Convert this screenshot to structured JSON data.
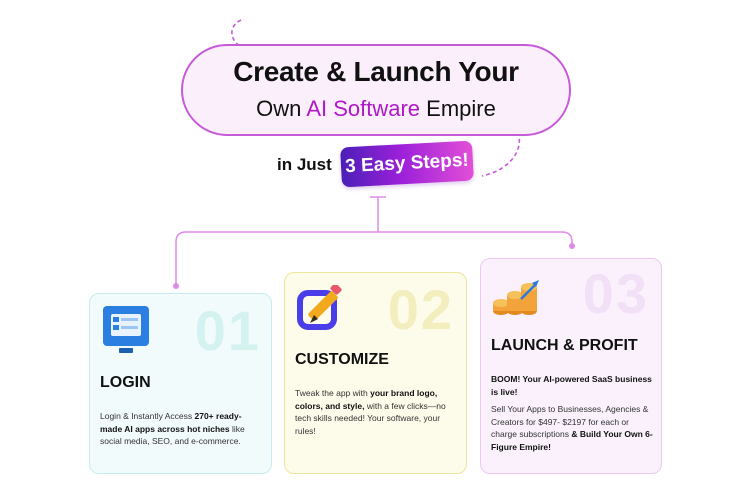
{
  "header": {
    "line1": "Create & Launch Your",
    "line2_pre": "Own ",
    "line2_accent": "AI Software",
    "line2_post": " Empire",
    "subline": "in Just",
    "badge": "3 Easy Steps!"
  },
  "colors": {
    "accent": "#b019c8",
    "pill_border": "#c65bd8",
    "pill_bg": "#fbeffb",
    "card1_bg": "#f2fbfc",
    "card2_bg": "#fdfbea",
    "card3_bg": "#fbf1fd",
    "connector": "#e08ae8"
  },
  "steps": [
    {
      "number": "01",
      "title": "LOGIN",
      "icon": "login-screen-icon",
      "desc_a": "Login & Instantly Access ",
      "desc_b": "270+ ready-made AI apps across hot niches",
      "desc_c": " like social media, SEO, and e-commerce."
    },
    {
      "number": "02",
      "title": "CUSTOMIZE",
      "icon": "edit-pencil-icon",
      "desc_a": "Tweak the app with ",
      "desc_b": "your brand logo, colors, and style,",
      "desc_c": " with a few clicks—no tech skills needed! Your software, your rules!"
    },
    {
      "number": "03",
      "title": "LAUNCH & PROFIT",
      "icon": "coins-growth-icon",
      "desc_a": "BOOM! Your AI-powered SaaS business is live!",
      "desc2_a": "Sell Your Apps to Businesses, Agencies & Creators for $497- $2197 for each or charge subscriptions ",
      "desc2_b": "& Build Your Own 6-Figure Empire!"
    }
  ]
}
